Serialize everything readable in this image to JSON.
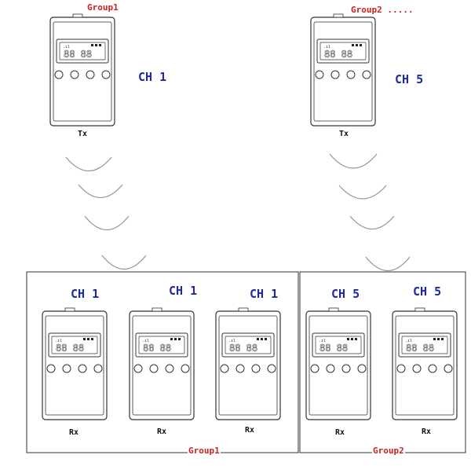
{
  "top_groups": [
    {
      "title": "Group1",
      "device_label": "Tx",
      "channel": "CH 1"
    },
    {
      "title": "Group2 .....",
      "device_label": "Tx",
      "channel": "CH 5"
    }
  ],
  "bottom_groups": [
    {
      "title": "Group1",
      "receivers": [
        {
          "channel": "CH 1",
          "device_label": "Rx"
        },
        {
          "channel": "CH 1",
          "device_label": "Rx"
        },
        {
          "channel": "CH 1",
          "device_label": "Rx"
        }
      ]
    },
    {
      "title": "Group2",
      "receivers": [
        {
          "channel": "CH 5",
          "device_label": "Rx"
        },
        {
          "channel": "CH 5",
          "device_label": "Rx"
        }
      ]
    }
  ],
  "display_readout": "88 88",
  "colors": {
    "channel": "#1f2a9e",
    "group": "#c8231e",
    "line": "#333333",
    "wave": "#9a9a9a"
  }
}
